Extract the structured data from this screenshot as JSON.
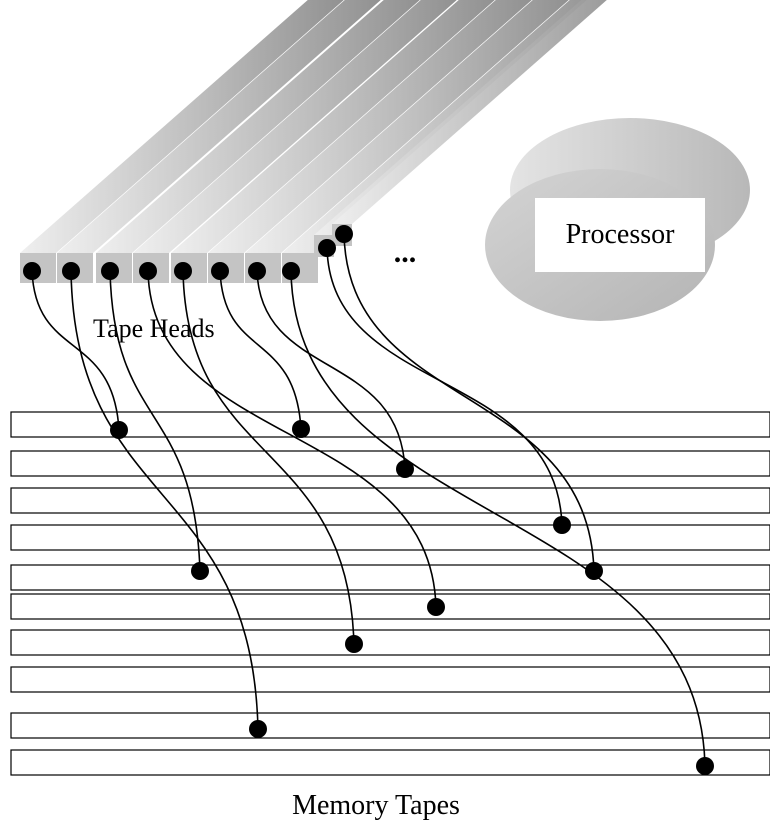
{
  "labels": {
    "processor": "Processor",
    "tape_heads": "Tape Heads",
    "memory_tapes": "Memory Tapes",
    "ellipsis": "..."
  },
  "counts": {
    "tape_heads": 10,
    "memory_tapes": 10
  },
  "colors": {
    "background": "#ffffff",
    "ink": "#000000",
    "head_light": "#d8d8d8",
    "head_dark": "#9a9a9a",
    "processor_light": "#dcdcdc",
    "processor_dark": "#a6a6a6",
    "processor_label_box": "#ffffff"
  }
}
